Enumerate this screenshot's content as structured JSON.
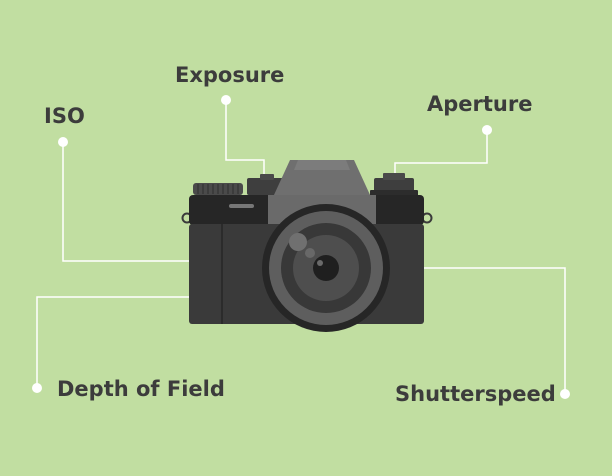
{
  "colors": {
    "background": "#c1dea1",
    "leader_line": "#ffffff",
    "label_text": "#3c3c3c",
    "camera_body": "#3a3a3a",
    "camera_top": "#262626",
    "prism": "#6f6f6f"
  },
  "labels": {
    "exposure": "Exposure",
    "iso": "ISO",
    "aperture": "Aperture",
    "depth_of_field": "Depth of Field",
    "shutterspeed": "Shutterspeed"
  },
  "illustration": {
    "subject": "camera-icon"
  }
}
